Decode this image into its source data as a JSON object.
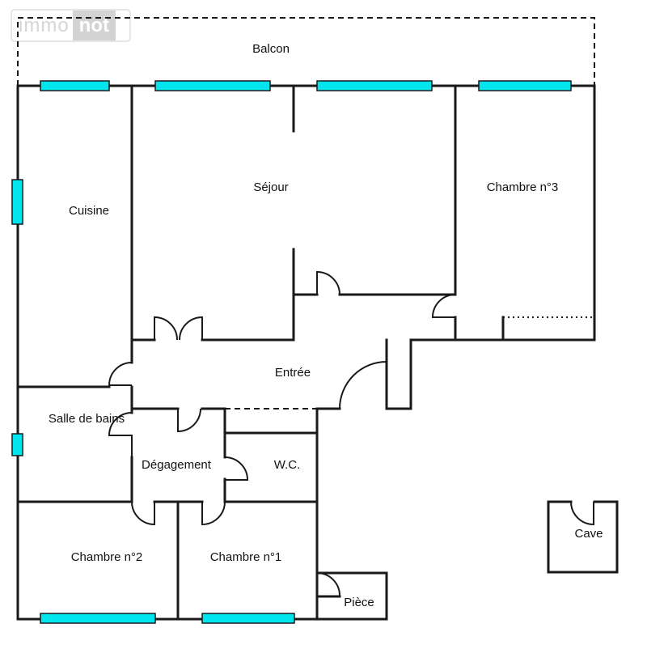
{
  "logo": {
    "part1": "immo",
    "part2": "not"
  },
  "rooms": {
    "balcon": "Balcon",
    "sejour": "Séjour",
    "chambre3": "Chambre n°3",
    "cuisine": "Cuisine",
    "entree": "Entrée",
    "salle_de_bains": "Salle de bains",
    "degagement": "Dégagement",
    "wc": "W.C.",
    "chambre2": "Chambre n°2",
    "chambre1": "Chambre n°1",
    "piece": "Pièce",
    "cave": "Cave"
  },
  "colors": {
    "window": "#00e5ee",
    "wall": "#1a1a1a"
  }
}
